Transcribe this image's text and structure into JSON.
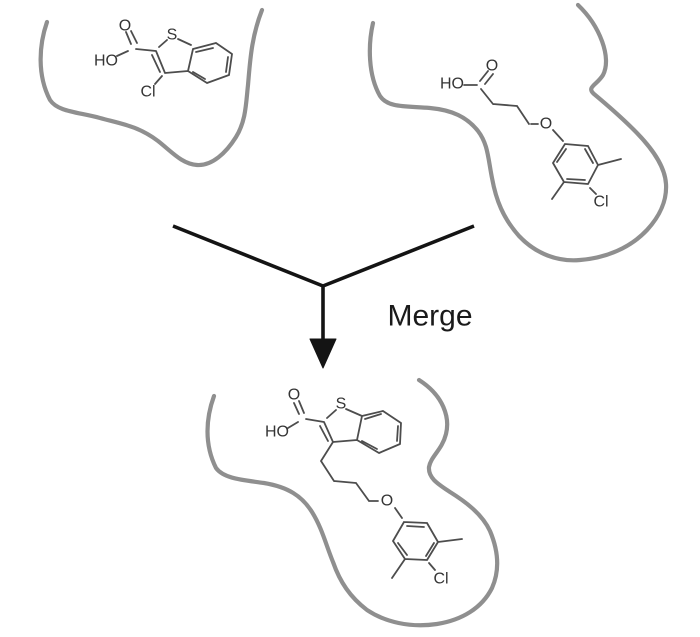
{
  "figure": {
    "background": "#ffffff",
    "merge_label": "Merge",
    "colors": {
      "pocket_outline": "#8f8f8f",
      "bond": "#4d4d4d",
      "atom_label": "#353535",
      "arrow": "#141414"
    },
    "fragments": [
      {
        "id": "fragment-left",
        "description": "3-chloro-1-benzothiophene-2-carboxylic acid fragment in binding pocket",
        "atoms": {
          "carbonyl_oxygen": "O",
          "hydroxyl": "HO",
          "sulfur": "S",
          "chloro": "Cl"
        }
      },
      {
        "id": "fragment-right",
        "description": "4-(4-chloro-3,5-dimethylphenoxy)butanoic acid fragment in binding pocket",
        "atoms": {
          "hydroxyl": "HO",
          "carbonyl_oxygen": "O",
          "ether_oxygen": "O",
          "chloro": "Cl"
        }
      },
      {
        "id": "merged-product",
        "description": "Merged molecule: 3-[4-(4-chloro-3,5-dimethylphenoxy)butyl]-1-benzothiophene-2-carboxylic acid in combined binding pocket",
        "atoms": {
          "carbonyl_oxygen": "O",
          "hydroxyl": "HO",
          "sulfur": "S",
          "ether_oxygen": "O",
          "chloro": "Cl"
        }
      }
    ]
  }
}
